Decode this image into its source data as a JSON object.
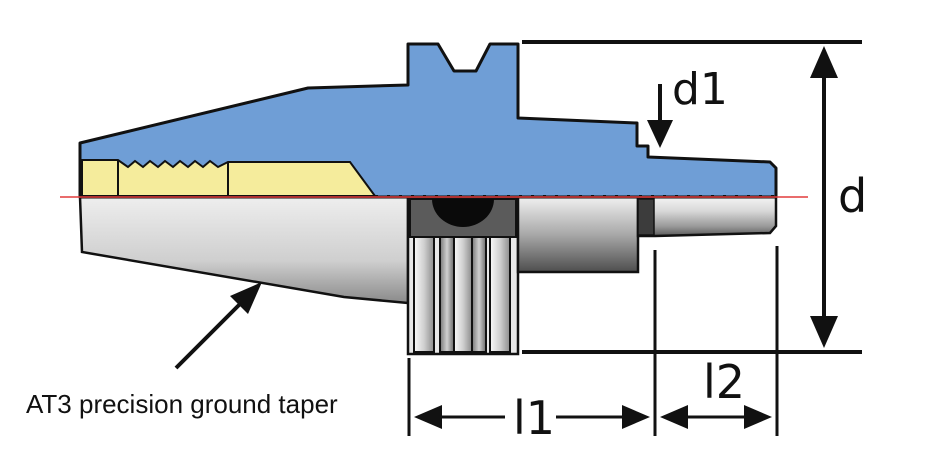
{
  "labels": {
    "d": "d",
    "d1": "d1",
    "l1": "l1",
    "l2": "l2",
    "caption": "AT3 precision ground taper"
  },
  "colors": {
    "section_blue": "#6f9ed6",
    "thread_yellow": "#f5ec9c",
    "steel_light": "#e6e6e6",
    "steel_dark": "#6b6b6b",
    "centerline_red": "#e23b3b",
    "line_black": "#111111"
  }
}
